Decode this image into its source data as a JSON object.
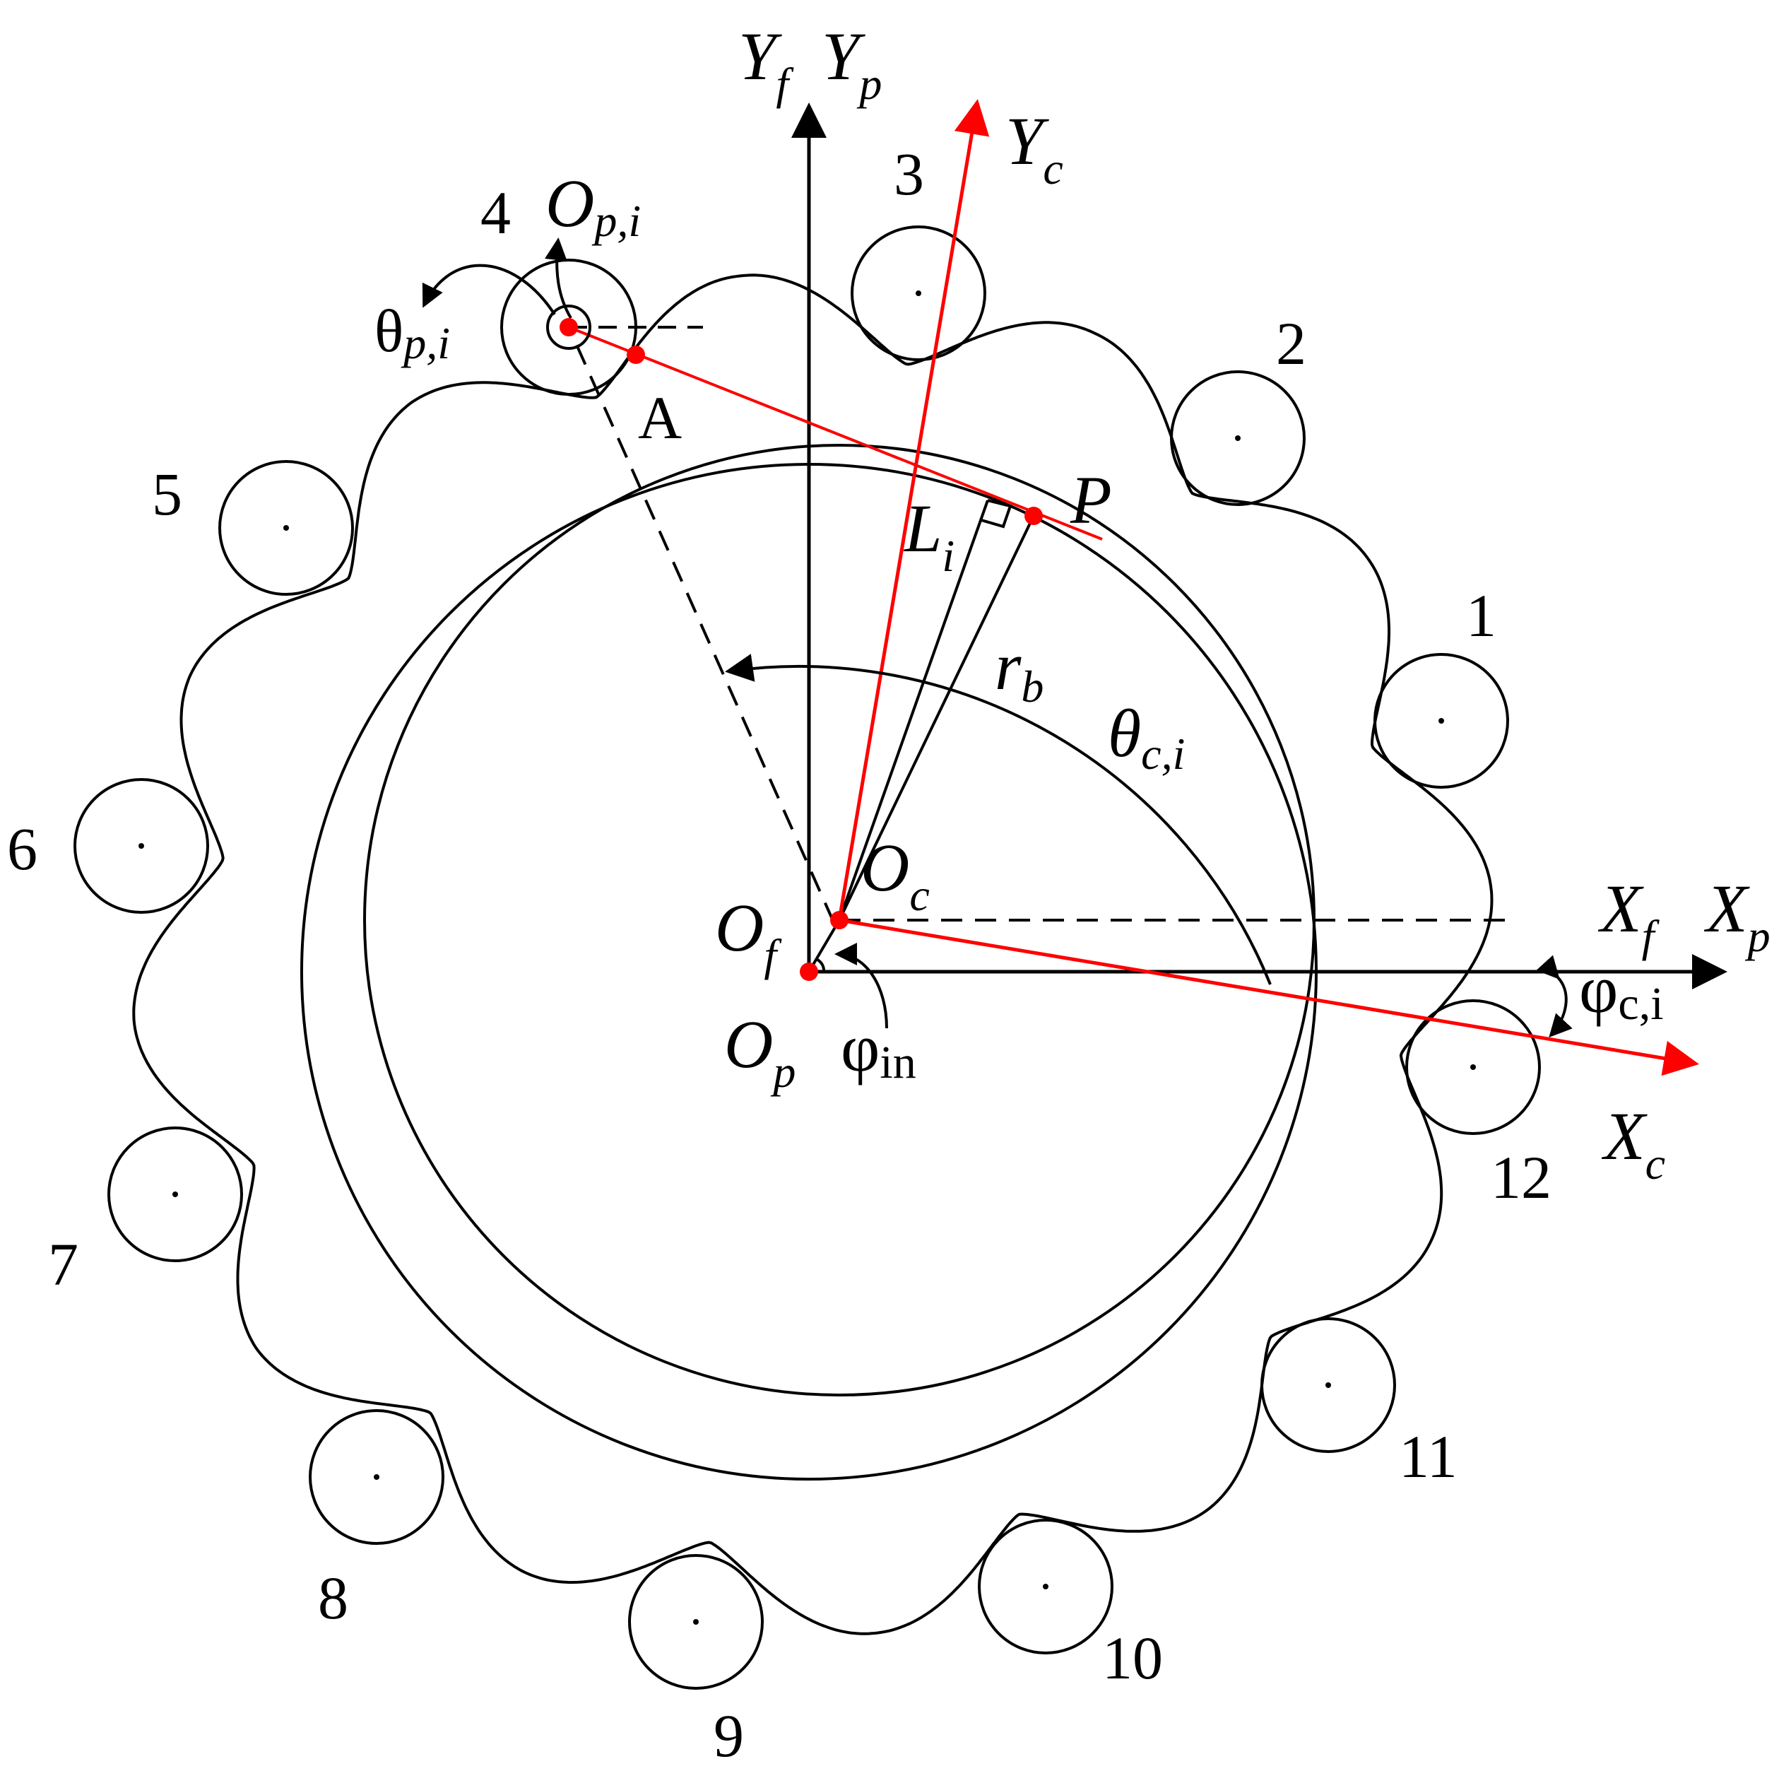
{
  "diagram": {
    "pin_numbers": [
      "1",
      "2",
      "3",
      "4",
      "5",
      "6",
      "7",
      "8",
      "9",
      "10",
      "11",
      "12"
    ],
    "point_A": "A",
    "point_P": "P",
    "Y_f": {
      "main": "Y",
      "sub": "f"
    },
    "Y_p": {
      "main": "Y",
      "sub": "p"
    },
    "Y_c": {
      "main": "Y",
      "sub": "c"
    },
    "X_f": {
      "main": "X",
      "sub": "f"
    },
    "X_p": {
      "main": "X",
      "sub": "p"
    },
    "X_c": {
      "main": "X",
      "sub": "c"
    },
    "O_pi": {
      "main": "O",
      "sub": "p,i"
    },
    "theta_pi": {
      "main": "θ",
      "sub": "p,i"
    },
    "L_i": {
      "main": "L",
      "sub": "i"
    },
    "r_b": {
      "main": "r",
      "sub": "b"
    },
    "theta_ci": {
      "main": "θ",
      "sub": "c,i"
    },
    "O_c": {
      "main": "O",
      "sub": "c"
    },
    "O_f": {
      "main": "O",
      "sub": "f"
    },
    "O_p": {
      "main": "O",
      "sub": "p"
    },
    "phi_in": {
      "main": "φ",
      "sub": "in"
    },
    "phi_ci": {
      "main": "φ",
      "sub": "c,i"
    },
    "colors": {
      "ink": "#000000",
      "accent": "#ff0000"
    }
  }
}
